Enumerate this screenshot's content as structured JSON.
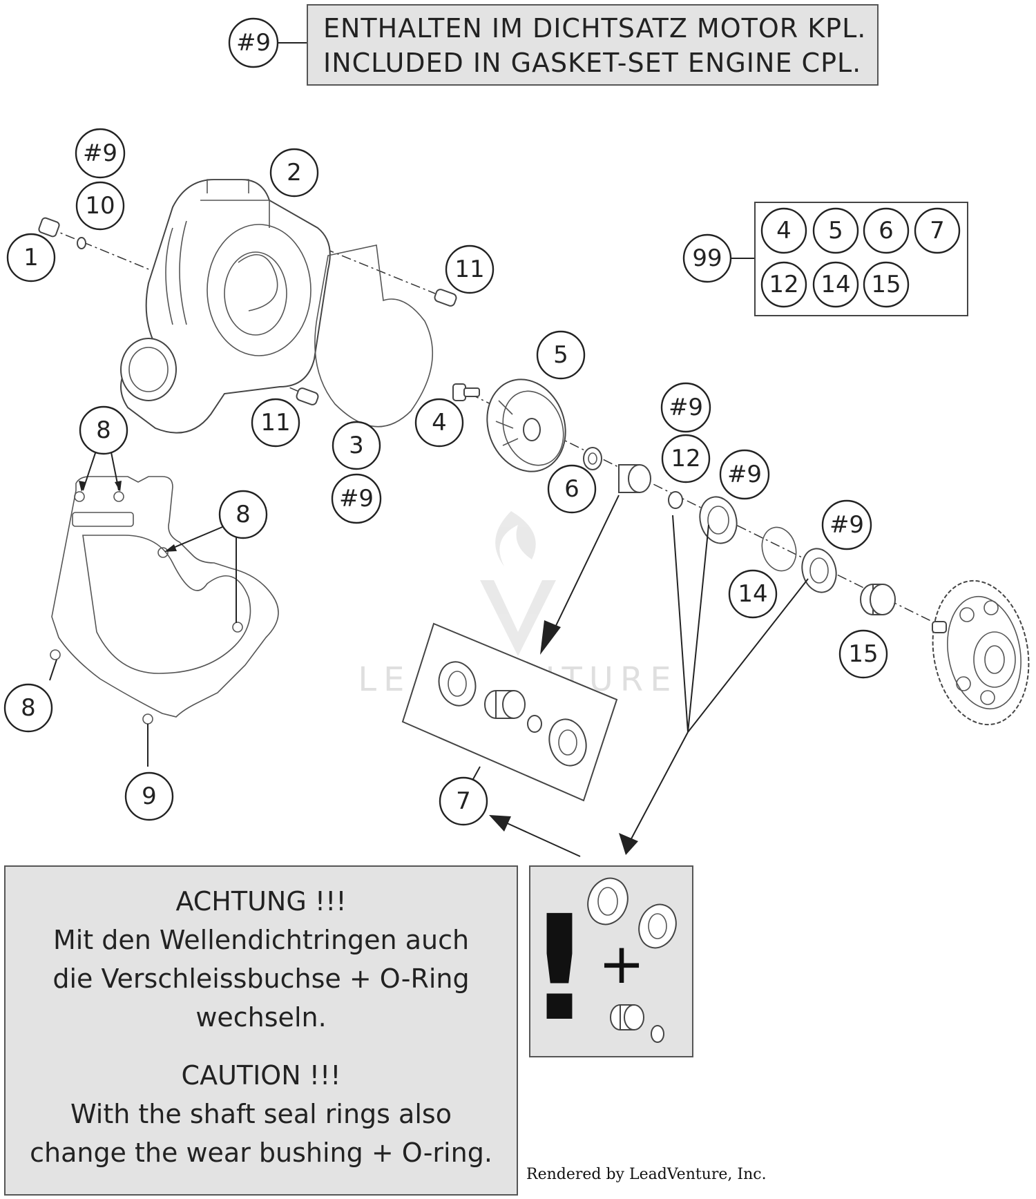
{
  "header": {
    "tag": "#9",
    "line_de": "ENTHALTEN IM DICHTSATZ MOTOR KPL.",
    "line_en": "INCLUDED IN GASKET-SET ENGINE CPL."
  },
  "callouts": {
    "c1": "1",
    "c2": "2",
    "c3": "3",
    "c4": "4",
    "c5": "5",
    "c6": "6",
    "c7": "7",
    "c8a": "8",
    "c8b": "8",
    "c8c": "8",
    "c9": "9",
    "c10": "10",
    "c11a": "11",
    "c11b": "11",
    "c12": "12",
    "c14": "14",
    "c15": "15",
    "s9a": "#9",
    "s9b": "#9",
    "s9c": "#9",
    "s9d": "#9",
    "s9e": "#9"
  },
  "kit": {
    "label": "99",
    "items": [
      "4",
      "5",
      "6",
      "7",
      "12",
      "14",
      "15"
    ]
  },
  "caution": {
    "de_title": "ACHTUNG !!!",
    "de_line1": "Mit den Wellendichtringen auch",
    "de_line2": "die Verschleissbuchse + O-Ring",
    "de_line3": "wechseln.",
    "en_title": "CAUTION !!!",
    "en_line1": "With the shaft seal rings also",
    "en_line2": "change the wear bushing + O-ring."
  },
  "icon_box": {
    "exclamation": "!",
    "plus": "+"
  },
  "watermark": "LEADVENTURE",
  "credit": "Rendered by LeadVenture, Inc."
}
